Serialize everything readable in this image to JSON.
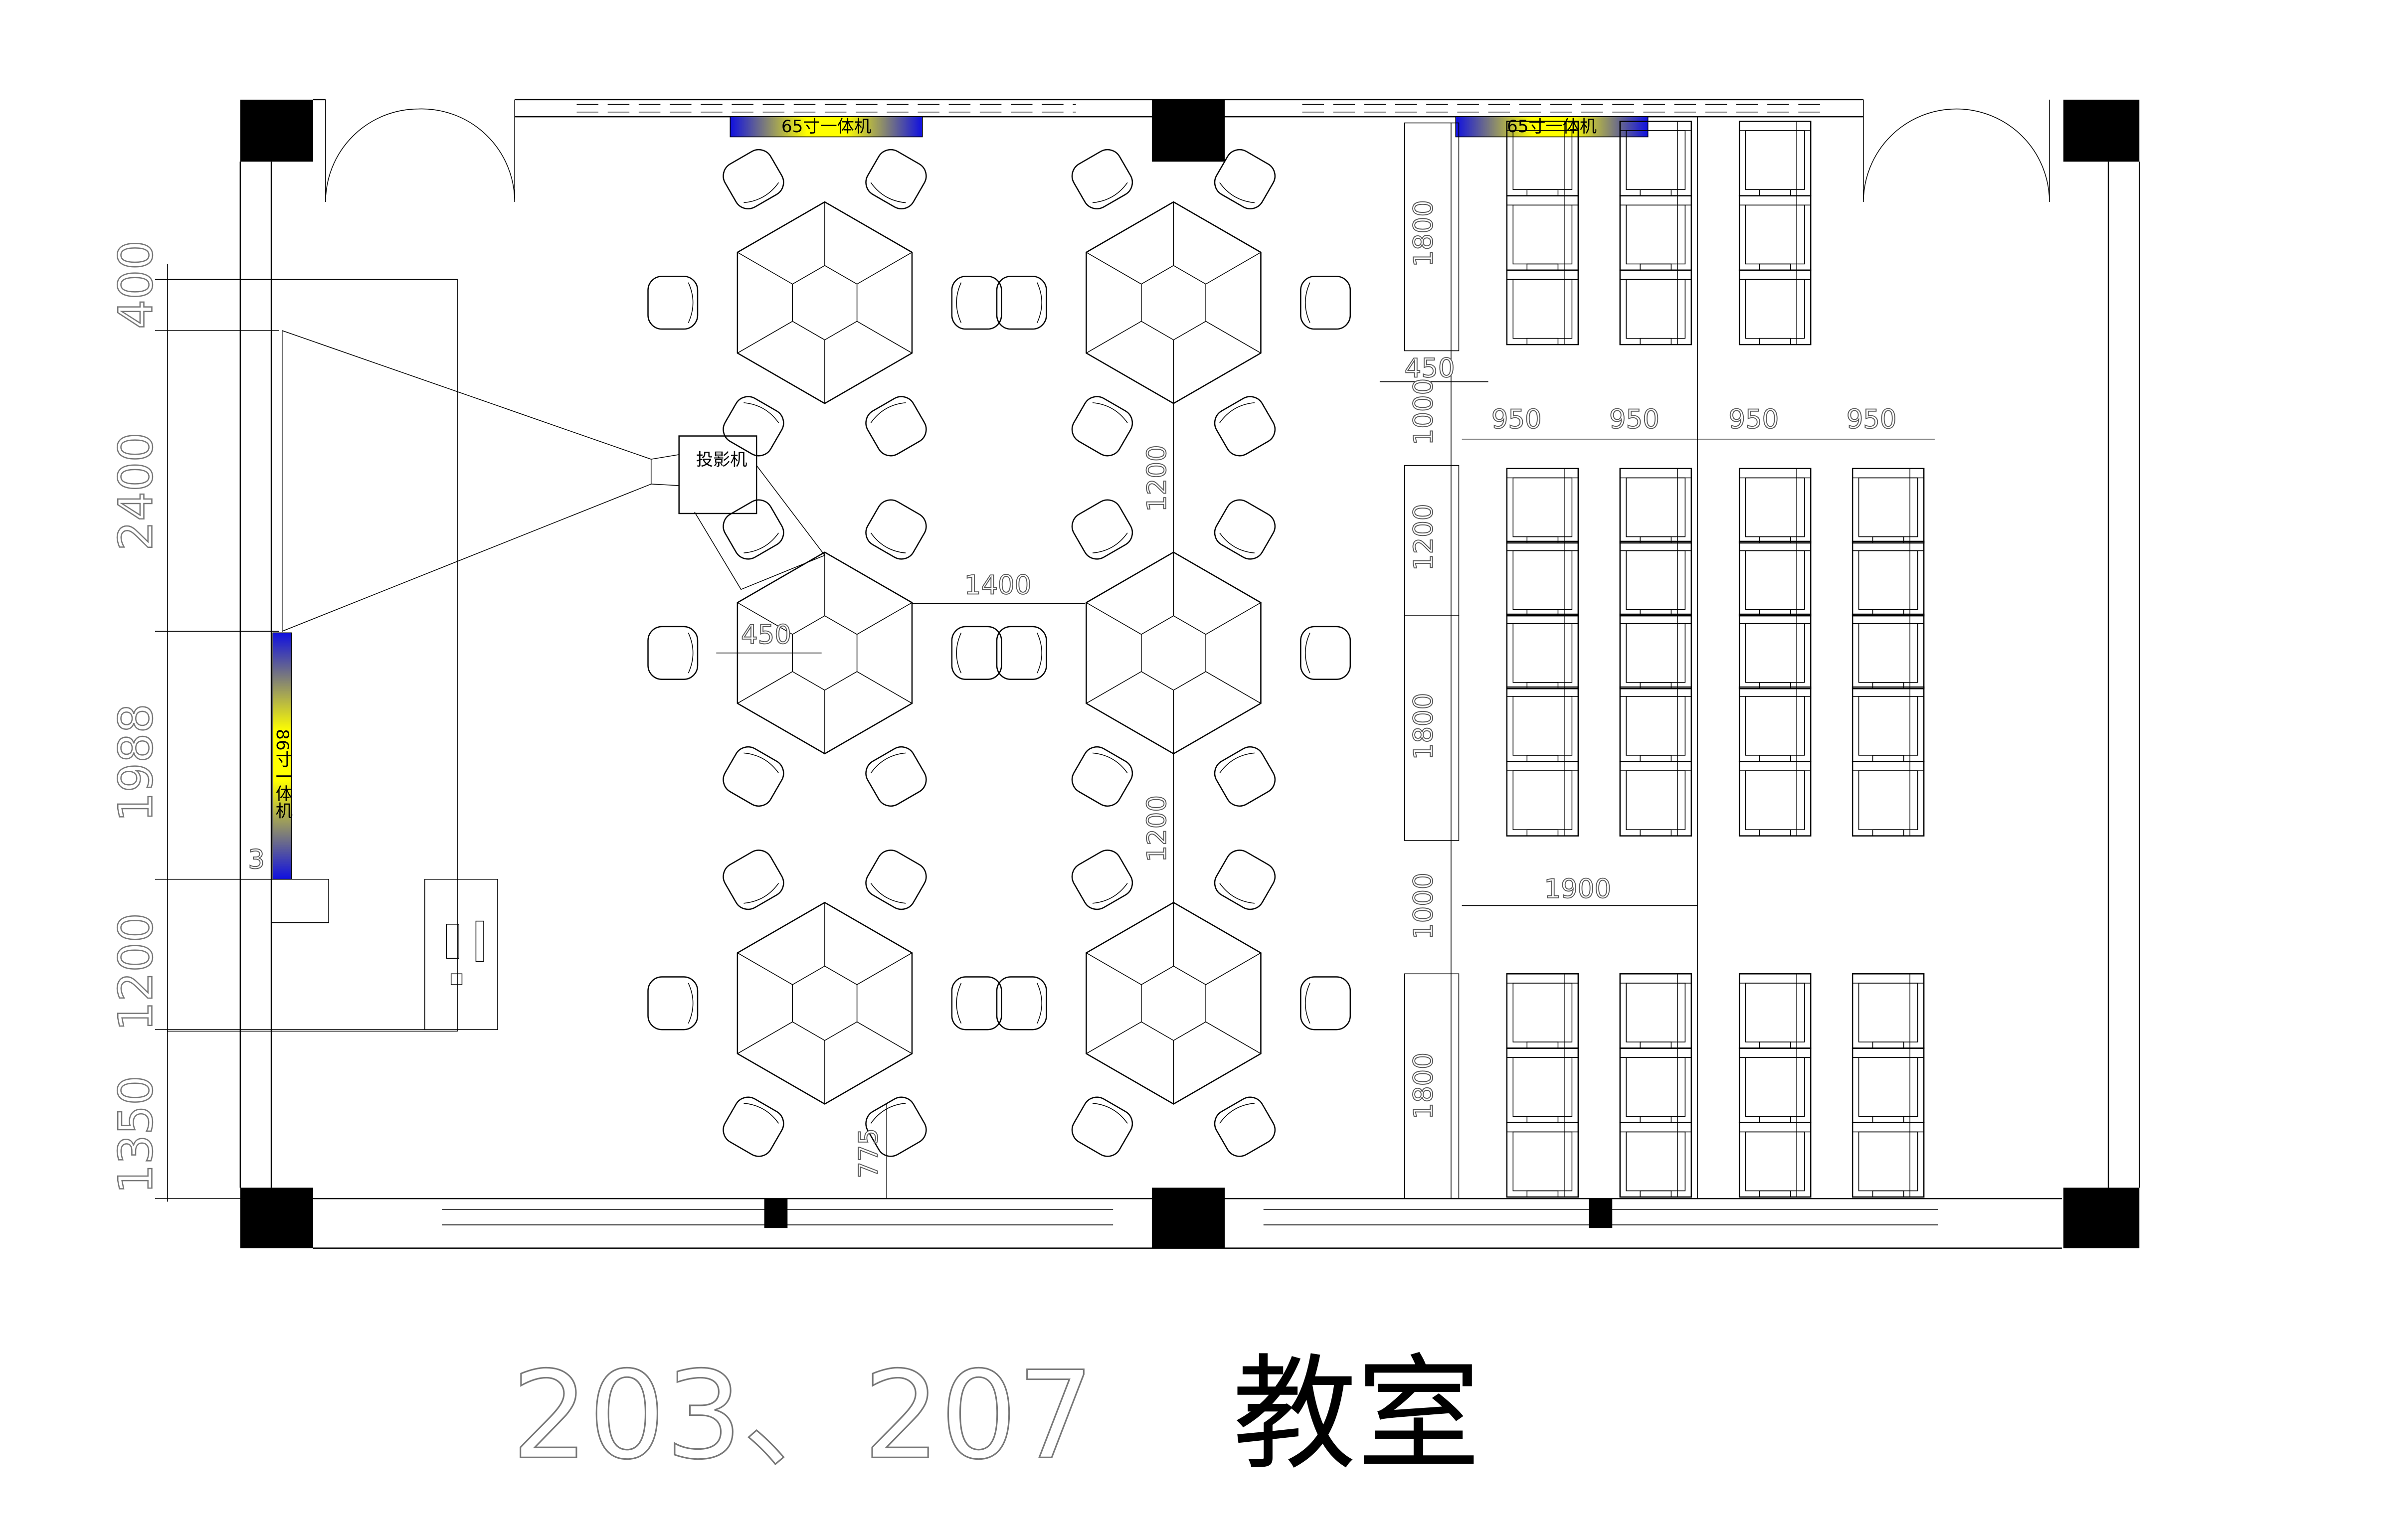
{
  "title": {
    "number": "203、207",
    "room": "教室"
  },
  "devices": {
    "screen_65_a": "65寸一体机",
    "screen_65_b": "65寸一体机",
    "screen_86": "86寸一体机",
    "projector": "投影机",
    "mark_3": "3"
  },
  "left_dimensions": [
    "400",
    "2400",
    "1988",
    "1200",
    "1350"
  ],
  "center_dimensions": {
    "gap_h": "1400",
    "gap_v1": "1200",
    "gap_v2": "1200",
    "seat_offset": "450",
    "bottom": "775"
  },
  "right_dimensions": {
    "col_widths": [
      "950",
      "950",
      "950",
      "950"
    ],
    "aisle": "450",
    "vertical": [
      "1800",
      "1000",
      "1200",
      "1800",
      "1000",
      "1800"
    ],
    "row_gap": "1900"
  },
  "colors": {
    "screen_edge": "#1010e0",
    "screen_center": "#ffff00",
    "pillar": "#000000"
  }
}
